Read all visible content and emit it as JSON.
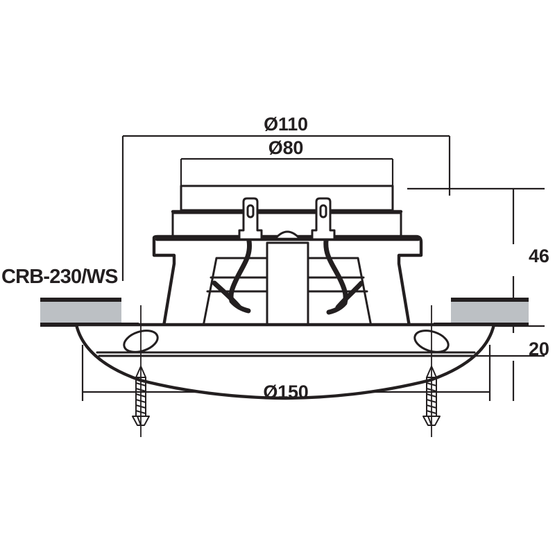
{
  "drawing": {
    "type": "technical-dimensional-drawing",
    "subject": "ceiling flush-mount loudspeaker cross-section",
    "model_label": "CRB-230/WS",
    "units": "mm",
    "background_color": "#ffffff",
    "line_color": "#231f20",
    "ceiling_panel_color": "#bcc0c4"
  },
  "dimensions": {
    "outer_flange_diameter": "Ø150",
    "cutout_diameter": "Ø110",
    "magnet_diameter": "Ø80",
    "depth_above_ceiling": "46",
    "depth_below_ceiling": "20"
  },
  "labels": {
    "model": "CRB-230/WS",
    "dia_110": "Ø110",
    "dia_80": "Ø80",
    "dia_150": "Ø150",
    "height_46": "46",
    "height_20": "20"
  },
  "parts": {
    "ceiling_panel_left": "ceiling-panel-left",
    "ceiling_panel_right": "ceiling-panel-right",
    "speaker_basket": "speaker-basket",
    "magnet_assembly": "magnet-assembly",
    "spring_clip_left": "spring-clip-left",
    "spring_clip_right": "spring-clip-right",
    "wire_left": "wire-left",
    "wire_right": "wire-right",
    "bezel": "bezel-rim",
    "screw_left": "mounting-screw-left",
    "screw_right": "mounting-screw-right"
  }
}
